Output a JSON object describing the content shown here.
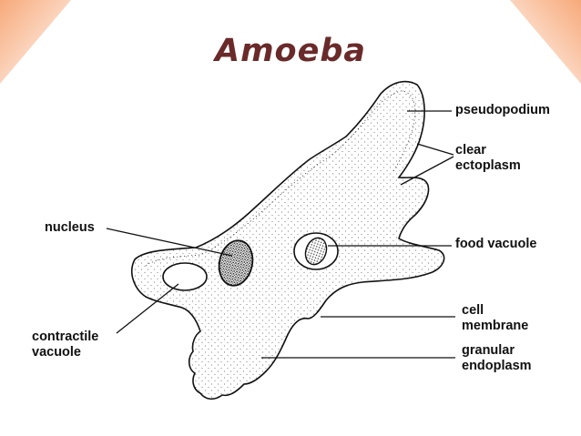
{
  "title": "Amoeba",
  "colors": {
    "title": "#6b2a2a",
    "corner_accent": "#f7a97a",
    "label": "#111111"
  },
  "labels": {
    "pseudopodium": "pseudopodium",
    "clear_ectoplasm": [
      "clear",
      "ectoplasm"
    ],
    "nucleus": "nucleus",
    "food_vacuole": "food vacuole",
    "contractile_vacuole": [
      "contractile",
      "vacuole"
    ],
    "cell_membrane": [
      "cell",
      "membrane"
    ],
    "granular_endoplasm": [
      "granular",
      "endoplasm"
    ]
  }
}
